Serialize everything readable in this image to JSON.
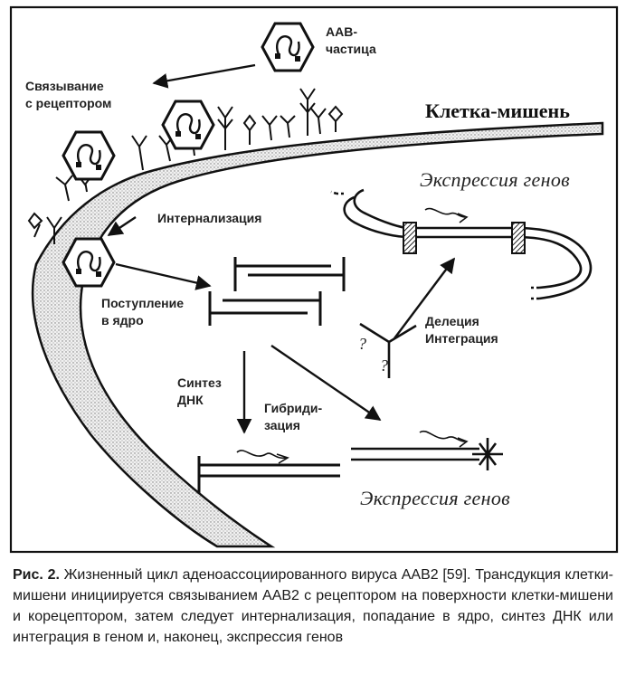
{
  "labels": {
    "aav_particle": "ААВ-\nчастица",
    "receptor_binding": "Связывание\nс рецептором",
    "target_cell": "Клетка-мишень",
    "gene_expression_top": "Экспрессия генов",
    "internalization": "Интернализация",
    "nuclear_entry": "Поступление\nв ядро",
    "deletion_integration": "Делеция\nИнтеграция",
    "dna_synthesis": "Синтез\nДНК",
    "hybridization": "Гибриди-\nзация",
    "gene_expression_bottom": "Экспрессия генов",
    "question_1": "?",
    "question_2": "?"
  },
  "caption": {
    "prefix": "Рис. 2.",
    "text": "Жизненный цикл аденоассоциированного вируса ААВ2 [59]. Трансдукция клетки-мишени инициируется связыванием ААВ2 с рецептором на поверхности клетки-мишени и корецептором, затем следует интернализация, попадание в ядро, синтез ДНК или интеграция в геном и, наконец, экспрессия генов"
  }
}
